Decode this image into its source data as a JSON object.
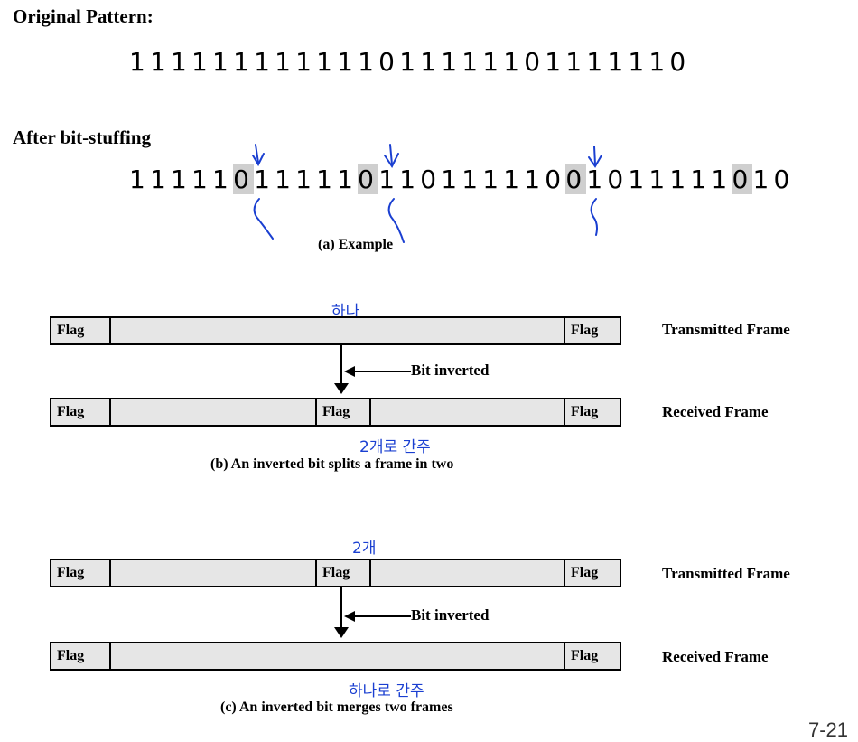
{
  "example": {
    "original_heading": "Original Pattern:",
    "original_bits": "111111111111011111101111110",
    "stuffed_heading": "After bit-stuffing",
    "stuffed_bits": [
      {
        "t": "11111",
        "hl": false
      },
      {
        "t": "0",
        "hl": true
      },
      {
        "t": "11111",
        "hl": false
      },
      {
        "t": "0",
        "hl": true
      },
      {
        "t": "110111110",
        "hl": false
      },
      {
        "t": "0",
        "hl": true
      },
      {
        "t": "1011111",
        "hl": false
      },
      {
        "t": "0",
        "hl": true
      },
      {
        "t": "10",
        "hl": false
      }
    ],
    "caption": "(a) Example"
  },
  "split": {
    "note_top": "하나",
    "flag": "Flag",
    "transmitted_label": "Transmitted Frame",
    "received_label": "Received Frame",
    "bit_inverted": "Bit inverted",
    "note_bottom": "2개로 간주",
    "caption": "(b) An inverted bit splits a frame in two"
  },
  "merge": {
    "note_top": "2개",
    "flag": "Flag",
    "transmitted_label": "Transmitted Frame",
    "received_label": "Received Frame",
    "bit_inverted": "Bit inverted",
    "note_bottom": "하나로 간주",
    "caption": "(c) An inverted bit merges two frames"
  },
  "page_number": "7-21",
  "colors": {
    "annotation_ink": "#1a3fd1",
    "highlight": "#cfcfcf",
    "frame_fill": "#e6e6e6"
  }
}
